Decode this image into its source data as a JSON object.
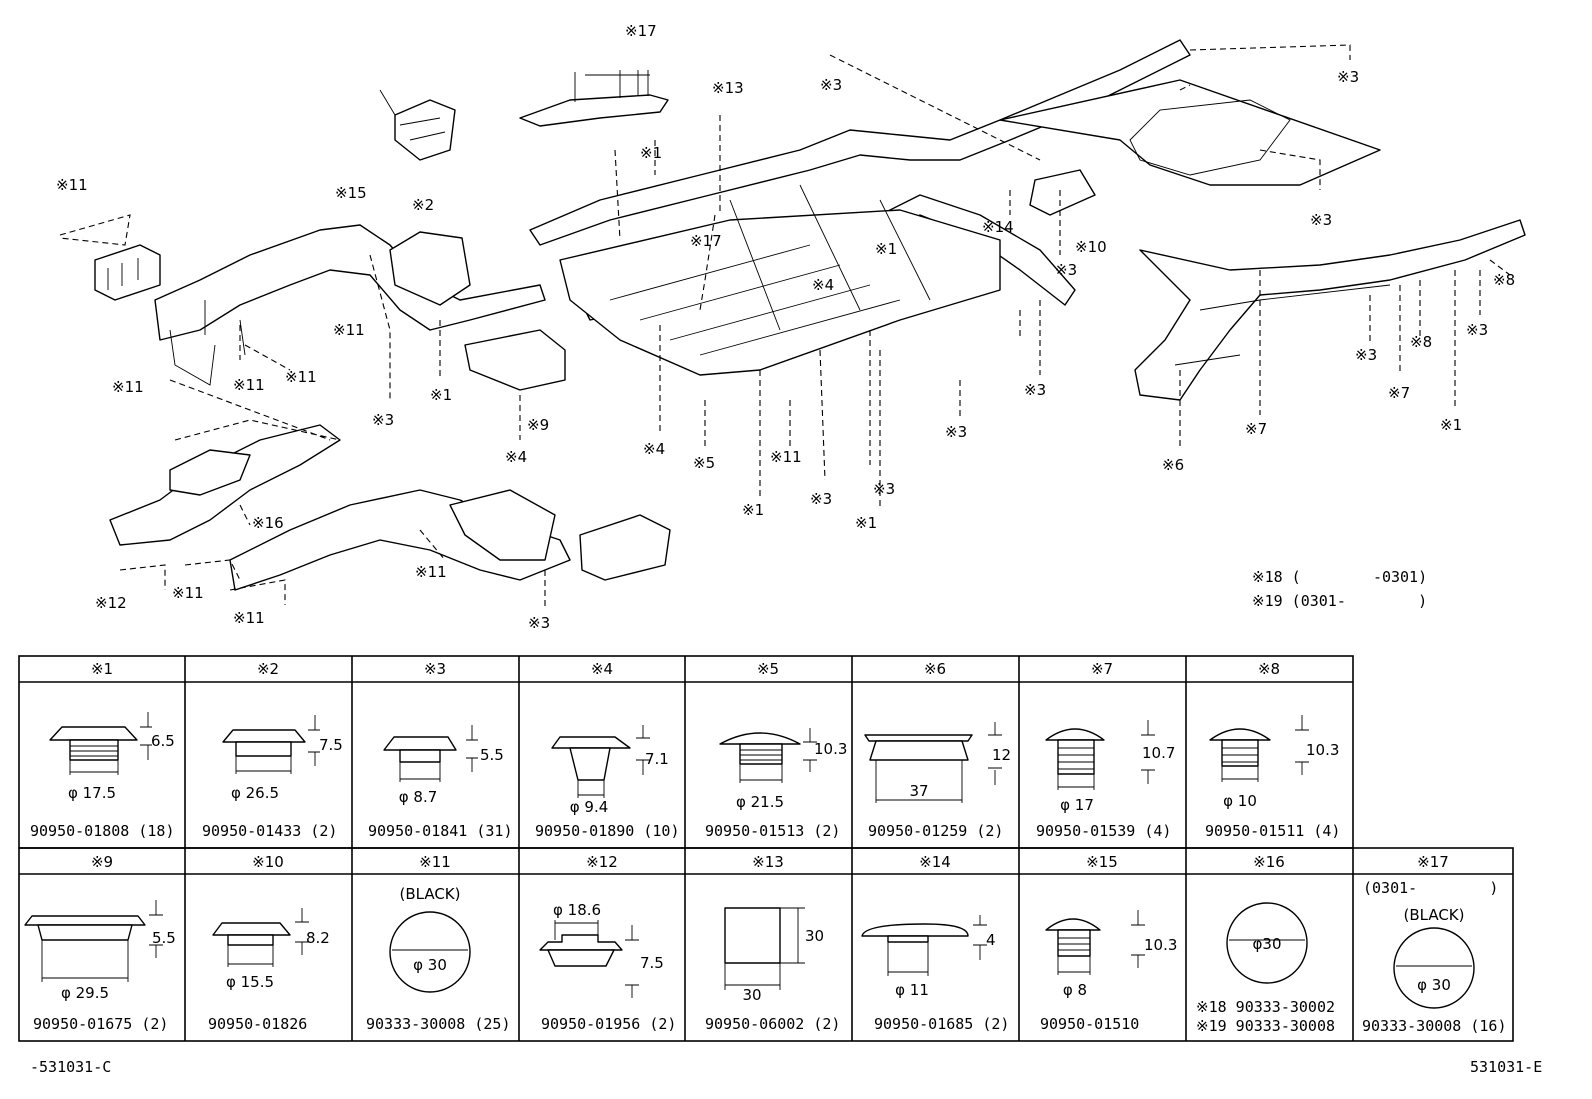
{
  "diagram_callouts": [
    {
      "id": "c17a",
      "text": "※17"
    },
    {
      "id": "c11a",
      "text": "※11"
    },
    {
      "id": "c2",
      "text": "※2"
    },
    {
      "id": "c15",
      "text": "※15"
    },
    {
      "id": "c13",
      "text": "※13"
    },
    {
      "id": "c1a",
      "text": "※1"
    },
    {
      "id": "c3a",
      "text": "※3"
    },
    {
      "id": "c3b",
      "text": "※3"
    },
    {
      "id": "c17b",
      "text": "※17"
    },
    {
      "id": "c1b",
      "text": "※1"
    },
    {
      "id": "c4a",
      "text": "※4"
    },
    {
      "id": "c14",
      "text": "※14"
    },
    {
      "id": "c10",
      "text": "※10"
    },
    {
      "id": "c3c",
      "text": "※3"
    },
    {
      "id": "c3d",
      "text": "※3"
    },
    {
      "id": "c8a",
      "text": "※8"
    },
    {
      "id": "c3e",
      "text": "※3"
    },
    {
      "id": "c8b",
      "text": "※8"
    },
    {
      "id": "c3f",
      "text": "※3"
    },
    {
      "id": "c7a",
      "text": "※7"
    },
    {
      "id": "c11b",
      "text": "※11"
    },
    {
      "id": "c11c",
      "text": "※11"
    },
    {
      "id": "c11d",
      "text": "※11"
    },
    {
      "id": "c1c",
      "text": "※1"
    },
    {
      "id": "c3g",
      "text": "※3"
    },
    {
      "id": "c9",
      "text": "※9"
    },
    {
      "id": "c4b",
      "text": "※4"
    },
    {
      "id": "c11e",
      "text": "※11"
    },
    {
      "id": "c4c",
      "text": "※4"
    },
    {
      "id": "c5",
      "text": "※5"
    },
    {
      "id": "c11f",
      "text": "※11"
    },
    {
      "id": "c3h",
      "text": "※3"
    },
    {
      "id": "c3i",
      "text": "※3"
    },
    {
      "id": "c3j",
      "text": "※3"
    },
    {
      "id": "c7b",
      "text": "※7"
    },
    {
      "id": "c1d",
      "text": "※1"
    },
    {
      "id": "c6",
      "text": "※6"
    },
    {
      "id": "c16",
      "text": "※16"
    },
    {
      "id": "c1e",
      "text": "※1"
    },
    {
      "id": "c3k",
      "text": "※3"
    },
    {
      "id": "c3l",
      "text": "※3"
    },
    {
      "id": "c1f",
      "text": "※1"
    },
    {
      "id": "c12",
      "text": "※12"
    },
    {
      "id": "c11g",
      "text": "※11"
    },
    {
      "id": "c11h",
      "text": "※11"
    },
    {
      "id": "c11i",
      "text": "※11"
    },
    {
      "id": "c3m",
      "text": "※3"
    }
  ],
  "notes": {
    "n18": "※18 (        -0301)",
    "n19": "※19 (0301-        )"
  },
  "table_row1": [
    {
      "header": "※1",
      "dims": [
        "6.5",
        "φ 17.5"
      ],
      "part": "90950-01808 (18)"
    },
    {
      "header": "※2",
      "dims": [
        "7.5",
        "φ 26.5"
      ],
      "part": "90950-01433 (2)"
    },
    {
      "header": "※3",
      "dims": [
        "5.5",
        "φ 8.7"
      ],
      "part": "90950-01841 (31)"
    },
    {
      "header": "※4",
      "dims": [
        "7.1",
        "φ 9.4"
      ],
      "part": "90950-01890 (10)"
    },
    {
      "header": "※5",
      "dims": [
        "10.3",
        "φ 21.5"
      ],
      "part": "90950-01513 (2)"
    },
    {
      "header": "※6",
      "dims": [
        "12",
        "37"
      ],
      "part": "90950-01259 (2)"
    },
    {
      "header": "※7",
      "dims": [
        "10.7",
        "φ 17"
      ],
      "part": "90950-01539 (4)"
    },
    {
      "header": "※8",
      "dims": [
        "10.3",
        "φ 10"
      ],
      "part": "90950-01511 (4)"
    }
  ],
  "table_row2": [
    {
      "header": "※9",
      "dims": [
        "5.5",
        "φ 29.5"
      ],
      "part": "90950-01675 (2)"
    },
    {
      "header": "※10",
      "dims": [
        "8.2",
        "φ 15.5"
      ],
      "part": "90950-01826"
    },
    {
      "header": "※11",
      "dims": [
        "(BLACK)",
        "φ 30"
      ],
      "part": "90333-30008 (25)"
    },
    {
      "header": "※12",
      "dims": [
        "φ 18.6",
        "7.5"
      ],
      "part": "90950-01956 (2)"
    },
    {
      "header": "※13",
      "dims": [
        "30",
        "30"
      ],
      "part": "90950-06002 (2)"
    },
    {
      "header": "※14",
      "dims": [
        "4",
        "φ 11"
      ],
      "part": "90950-01685 (2)"
    },
    {
      "header": "※15",
      "dims": [
        "10.3",
        "φ 8"
      ],
      "part": "90950-01510"
    },
    {
      "header": "※16",
      "dims": [
        "φ30"
      ],
      "part": "※18 90333-30002",
      "part2": "※19 90333-30008"
    },
    {
      "header": "※17",
      "dims": [
        "(0301-        )",
        "(BLACK)",
        "φ 30"
      ],
      "part": "90333-30008 (16)"
    }
  ],
  "footer": {
    "left_code": "-531031-C",
    "right_code": "531031-E"
  }
}
